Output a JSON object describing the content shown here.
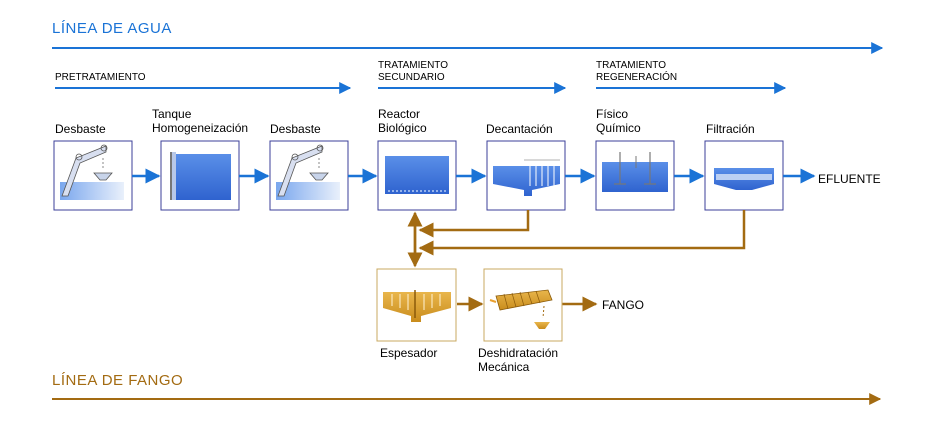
{
  "water_line": {
    "title": "LÍNEA DE AGUA"
  },
  "sludge_line": {
    "title": "LÍNEA DE FANGO"
  },
  "stages": {
    "pretreatment": "PRETRATAMIENTO",
    "secondary": [
      "TRATAMIENTO",
      "SECUNDARIO"
    ],
    "regeneration": [
      "TRATAMIENTO",
      "REGENERACIÓN"
    ]
  },
  "units": {
    "desbaste_1": "Desbaste",
    "tanque": [
      "Tanque",
      "Homogeneización"
    ],
    "desbaste_2": "Desbaste",
    "reactor": [
      "Reactor",
      "Biológico"
    ],
    "decantacion": "Decantación",
    "fisico": [
      "Físico",
      "Químico"
    ],
    "filtracion": "Filtración",
    "espesador": "Espesador",
    "deshidratacion": [
      "Deshidratación",
      "Mecánica"
    ]
  },
  "outputs": {
    "effluent": "EFLUENTE",
    "sludge": "FANGO"
  },
  "colors": {
    "water": "#1a73d6",
    "sludge": "#a36b12",
    "box_border_water": "#3b3f99",
    "box_border_sludge": "#c9a860"
  }
}
